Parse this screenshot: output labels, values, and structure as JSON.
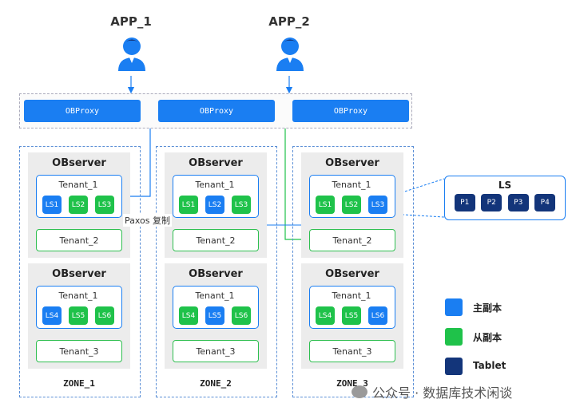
{
  "apps": [
    "APP_1",
    "APP_2"
  ],
  "proxies": [
    "OBProxy",
    "OBProxy",
    "OBProxy"
  ],
  "zones": [
    {
      "label": "ZONE_1",
      "servers": [
        {
          "title": "OBserver",
          "tenant1": "Tenant_1",
          "ls": [
            "LS1",
            "LS2",
            "LS3"
          ],
          "roles": [
            "leader",
            "follower",
            "follower"
          ],
          "tenant2": "Tenant_2"
        },
        {
          "title": "OBserver",
          "tenant1": "Tenant_1",
          "ls": [
            "LS4",
            "LS5",
            "LS6"
          ],
          "roles": [
            "leader",
            "follower",
            "follower"
          ],
          "tenant2": "Tenant_3"
        }
      ]
    },
    {
      "label": "ZONE_2",
      "servers": [
        {
          "title": "OBserver",
          "tenant1": "Tenant_1",
          "ls": [
            "LS1",
            "LS2",
            "LS3"
          ],
          "roles": [
            "follower",
            "leader",
            "follower"
          ],
          "tenant2": "Tenant_2"
        },
        {
          "title": "OBserver",
          "tenant1": "Tenant_1",
          "ls": [
            "LS4",
            "LS5",
            "LS6"
          ],
          "roles": [
            "follower",
            "leader",
            "follower"
          ],
          "tenant2": "Tenant_3"
        }
      ]
    },
    {
      "label": "ZONE_3",
      "servers": [
        {
          "title": "OBserver",
          "tenant1": "Tenant_1",
          "ls": [
            "LS1",
            "LS2",
            "LS3"
          ],
          "roles": [
            "follower",
            "follower",
            "leader"
          ],
          "tenant2": "Tenant_2"
        },
        {
          "title": "OBserver",
          "tenant1": "Tenant_1",
          "ls": [
            "LS4",
            "LS5",
            "LS6"
          ],
          "roles": [
            "follower",
            "follower",
            "leader"
          ],
          "tenant2": "Tenant_3"
        }
      ]
    }
  ],
  "paxos_label": "Paxos 复制",
  "ls_panel": {
    "title": "LS",
    "partitions": [
      "P1",
      "P2",
      "P3",
      "P4"
    ]
  },
  "legend": [
    {
      "label": "主副本",
      "color": "#1a7ef2"
    },
    {
      "label": "从副本",
      "color": "#1fc24a"
    },
    {
      "label": "Tablet",
      "color": "#13357a"
    }
  ],
  "watermark": "公众号 · 数据库技术闲谈",
  "colors": {
    "primary": "#1a7ef2",
    "follower": "#1fc24a",
    "tablet": "#13357a"
  }
}
